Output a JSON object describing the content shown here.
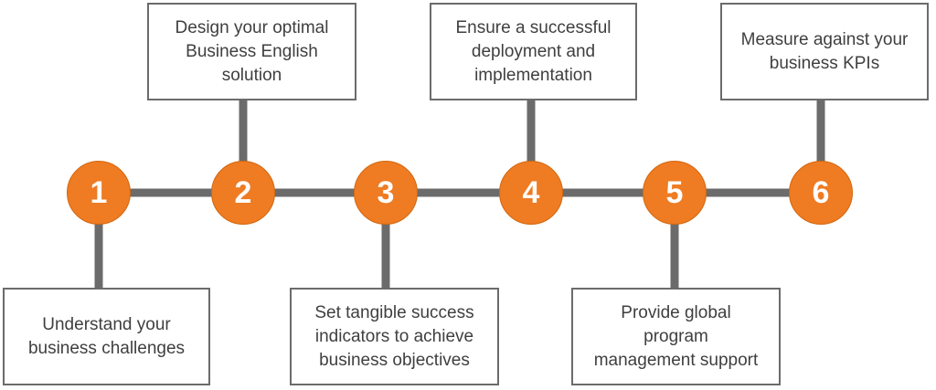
{
  "colors": {
    "accent": "#ef7b22",
    "line": "#6b6b6b",
    "text": "#3f3f3f"
  },
  "steps": [
    {
      "number": "1",
      "text": "Understand your\nbusiness challenges"
    },
    {
      "number": "2",
      "text": "Design your optimal\nBusiness English\nsolution"
    },
    {
      "number": "3",
      "text": "Set tangible success\nindicators to achieve\nbusiness objectives"
    },
    {
      "number": "4",
      "text": "Ensure a successful\ndeployment and\nimplementation"
    },
    {
      "number": "5",
      "text": "Provide global\nprogram\nmanagement support"
    },
    {
      "number": "6",
      "text": "Measure against your\nbusiness KPIs"
    }
  ]
}
